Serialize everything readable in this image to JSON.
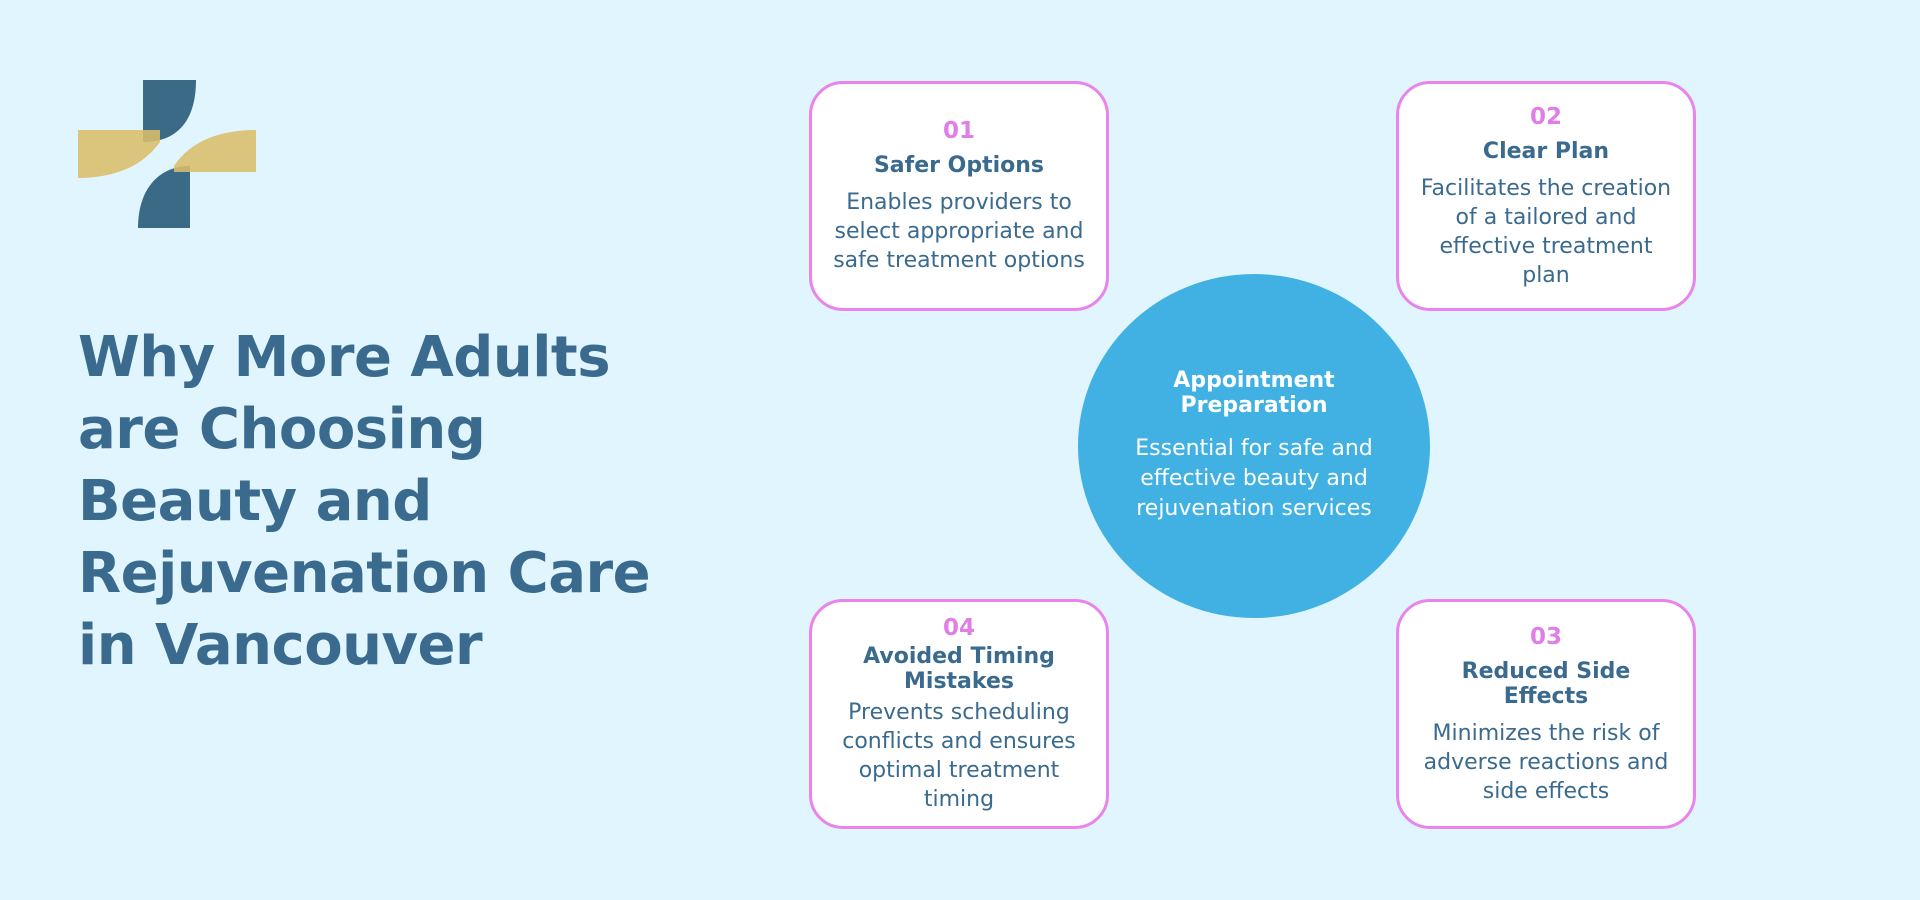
{
  "logo": {
    "icon": "medical-cross-logo",
    "colors": {
      "dark": "#3a6a86",
      "gold": "#d9bd6a",
      "overlap": "#8e8256"
    }
  },
  "headline": {
    "lines": [
      "Why More Adults",
      "are Choosing",
      "Beauty and",
      "Rejuvenation Care",
      "in Vancouver"
    ],
    "color": "#3a6a8d"
  },
  "hub": {
    "title": "Appointment Preparation",
    "description": "Essential for safe and effective beauty and rejuvenation services",
    "color": "#41b1e3"
  },
  "cards": [
    {
      "number": "01",
      "title": "Safer Options",
      "description": "Enables providers to select appropriate and safe treatment options"
    },
    {
      "number": "02",
      "title": "Clear Plan",
      "description": "Facilitates the creation of a tailored and effective treatment plan"
    },
    {
      "number": "03",
      "title": "Reduced Side Effects",
      "description": "Minimizes the risk of adverse reactions and side effects"
    },
    {
      "number": "04",
      "title": "Avoided Timing Mistakes",
      "description": "Prevents scheduling conflicts and ensures optimal treatment timing"
    }
  ],
  "colors": {
    "background": "#e0f5fd",
    "card_border": "#e884ec",
    "number": "#e07ee8",
    "text": "#3a6a8d"
  }
}
